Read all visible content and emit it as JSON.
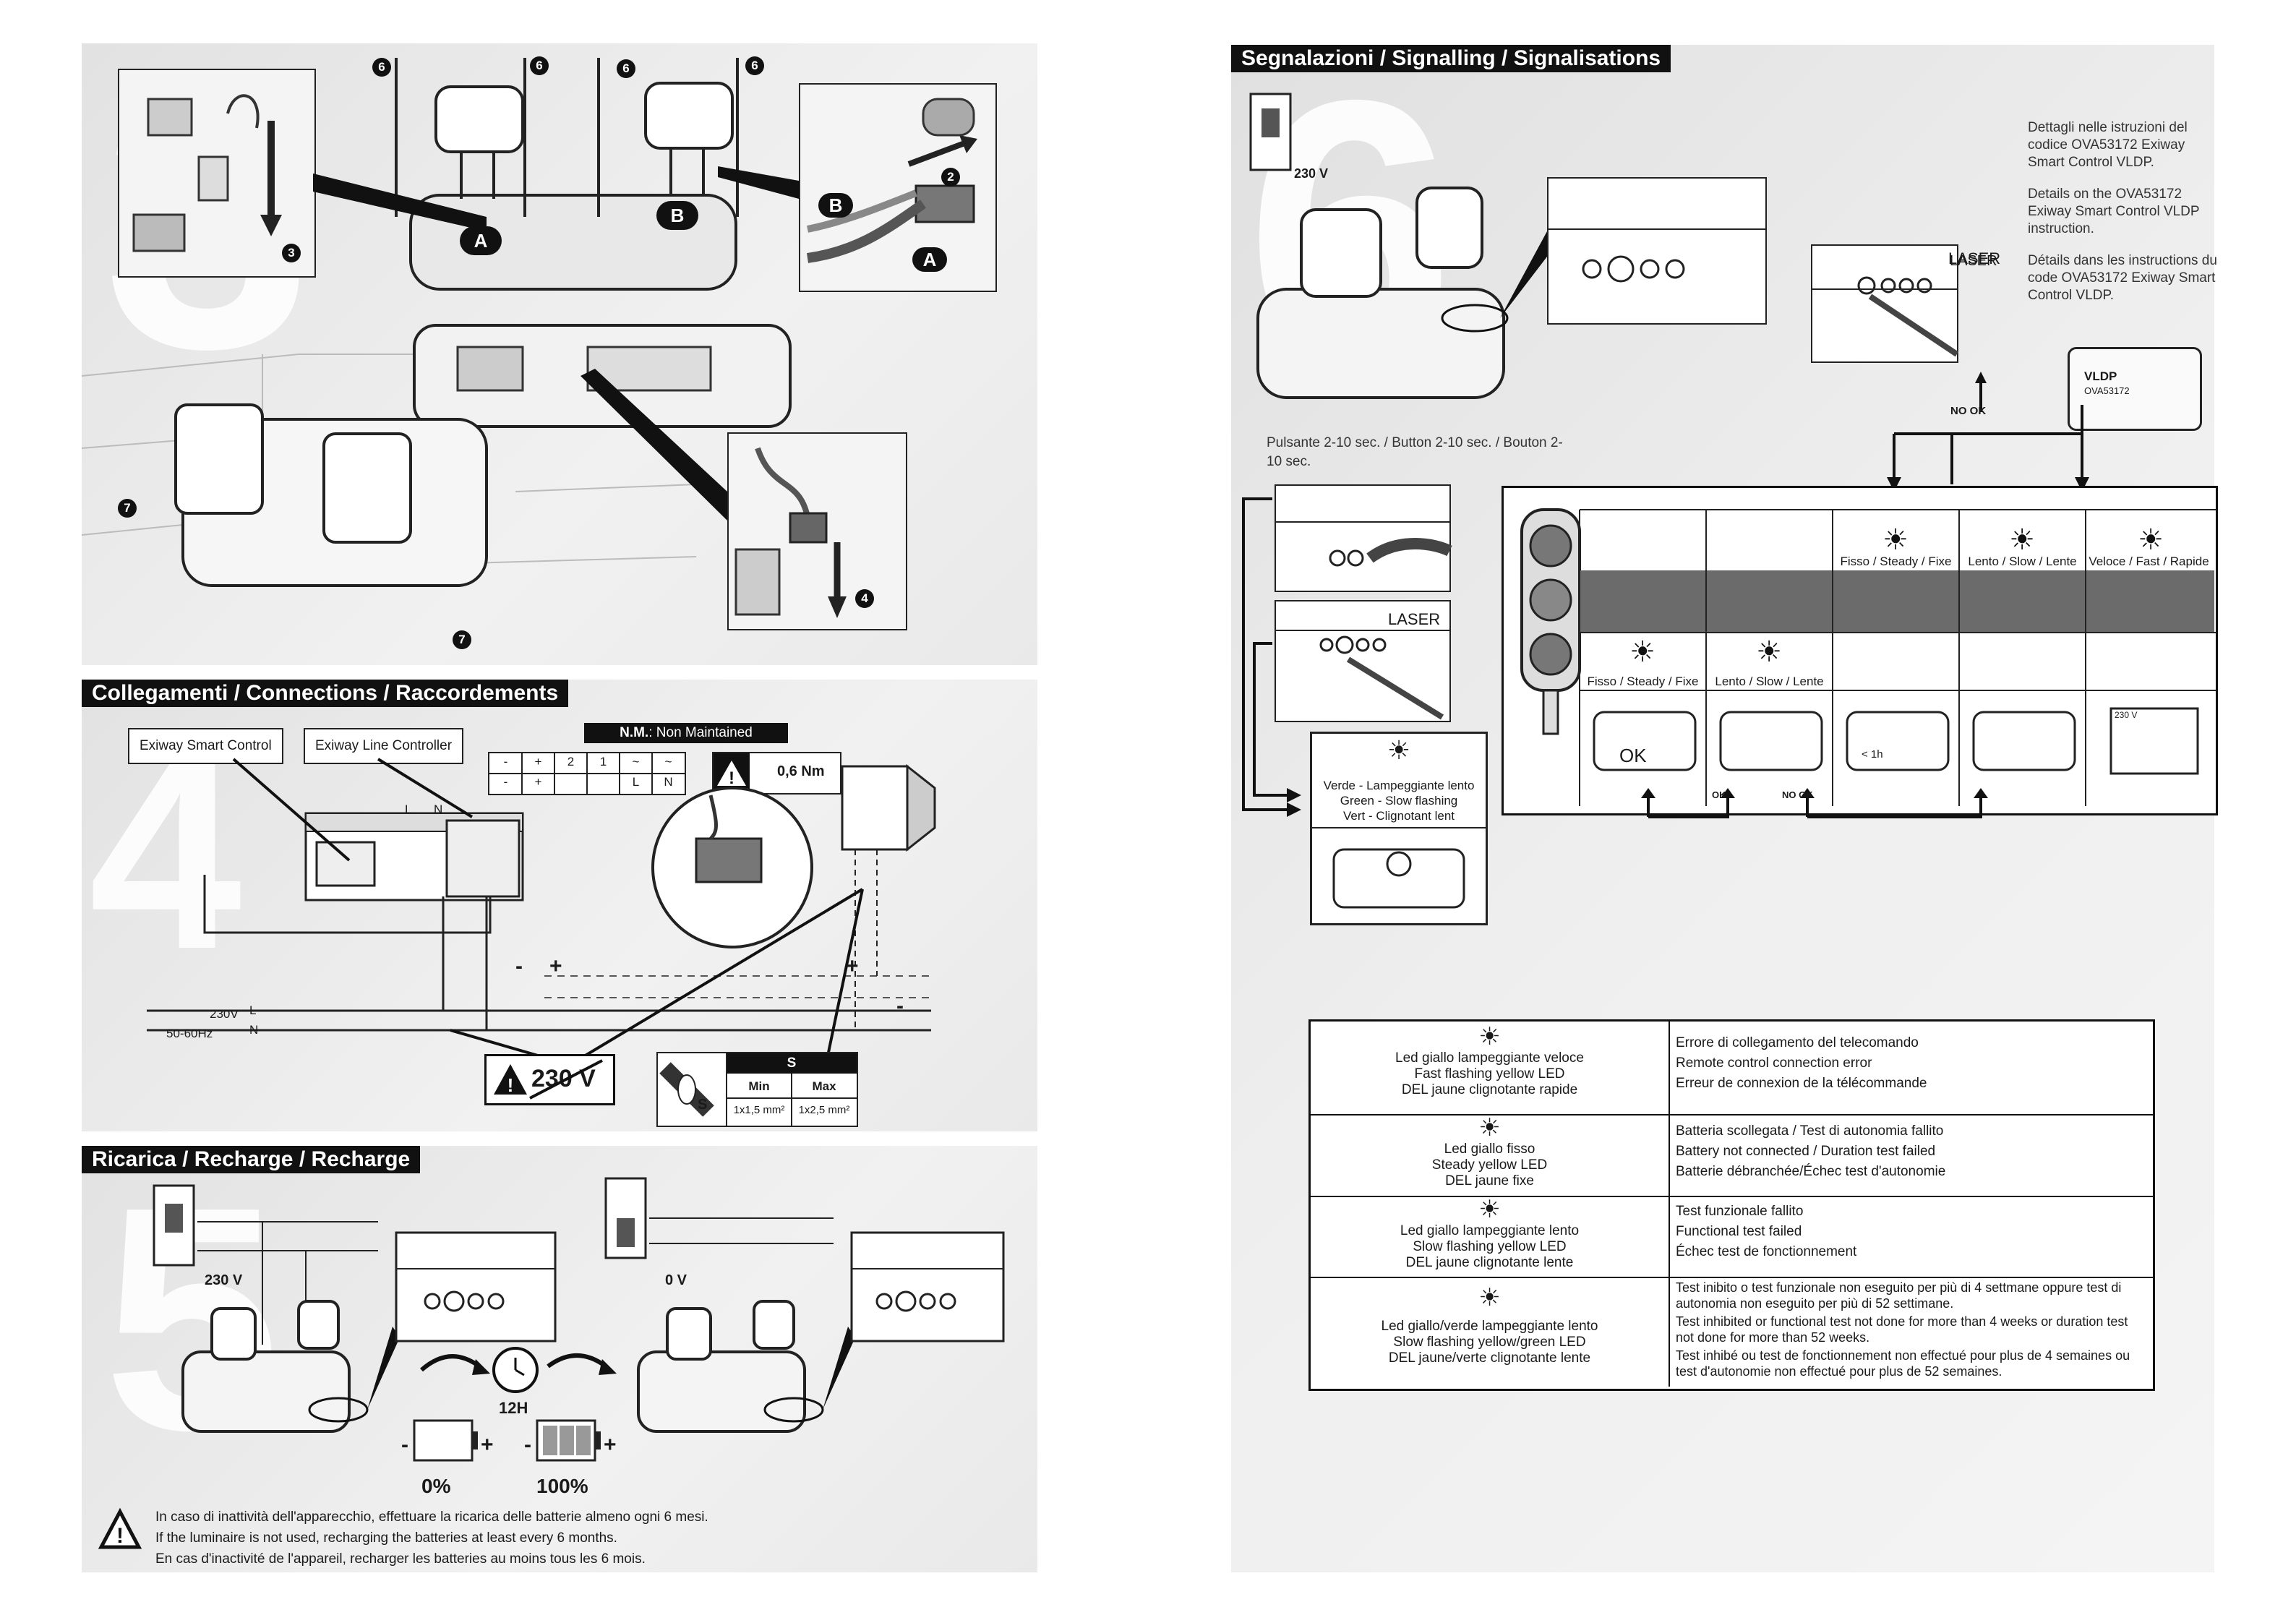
{
  "section3": {
    "number": "3",
    "badge_a": "A",
    "badge_b": "B",
    "steps": [
      "6",
      "6",
      "6",
      "6",
      "7",
      "7",
      "2",
      "3",
      "4"
    ]
  },
  "section4": {
    "number": "4",
    "title": "Collegamenti / Connections / Raccordements",
    "smart_control": "Exiway Smart Control",
    "line_controller": "Exiway Line Controller",
    "nm_label": "N.M.",
    "nm_text": ": Non Maintained",
    "torque": "0,6 Nm",
    "terminal_top": [
      "-",
      "+",
      "2",
      "1",
      "~",
      "~"
    ],
    "terminal_bottom": [
      "-",
      "+",
      "",
      "",
      "L",
      "N"
    ],
    "connector_l": "L",
    "connector_n": "N",
    "mains_voltage": "230V",
    "mains_freq": "50-60Hz",
    "line_l": "L",
    "line_n": "N",
    "minus": "-",
    "plus": "+",
    "warning_voltage": "230 V",
    "cable_header": "S",
    "cable_s": "S",
    "cable_cols": [
      "Min",
      "Max"
    ],
    "cable_vals": [
      "1x1,5 mm²",
      "1x2,5 mm²"
    ]
  },
  "section5": {
    "number": "5",
    "title": "Ricarica / Recharge / Recharge",
    "voltage_on": "230 V",
    "voltage_off": "0 V",
    "duration": "12H",
    "battery_empty": "0%",
    "battery_full": "100%",
    "note_it": "In caso di inattività dell'apparecchio, effettuare la ricarica delle batterie almeno ogni 6 mesi.",
    "note_en": "If the luminaire is not used, recharging the batteries at least every 6 months.",
    "note_fr": "En cas d'inactivité de l'appareil, recharger les batteries au moins tous les 6 mois."
  },
  "section6": {
    "number": "6",
    "title": "Segnalazioni / Signalling / Signalisations",
    "voltage": "230 V",
    "details_it": "Dettagli nelle istruzioni del codice OVA53172 Exiway Smart Control VLDP.",
    "details_en": "Details on the OVA53172 Exiway Smart Control VLDP instruction.",
    "details_fr": "Détails dans les instructions du code OVA53172 Exiway Smart Control VLDP.",
    "laser": "LASER",
    "laser2": "LASER",
    "no_ok": "NO OK",
    "button_text": "Pulsante 2-10 sec. / Button 2-10 sec. / Bouton 2-10 sec.",
    "device_label": "VLDP",
    "device_code": "OVA53172",
    "green_it": "Verde - Lampeggiante lento",
    "green_en": "Green - Slow flashing",
    "green_fr": "Vert - Clignotant lent",
    "matrix_top": [
      "Fisso / Steady / Fixe",
      "Lento / Slow / Lente",
      "Veloce / Fast / Rapide"
    ],
    "matrix_bottom": [
      "Fisso / Steady / Fixe",
      "Lento / Slow / Lente"
    ],
    "ok_label": "OK",
    "ok_small": "OK",
    "no_ok_small": "NO OK",
    "timer": "< 1h",
    "mini_230": "230 V"
  },
  "signal_table": [
    {
      "led": [
        "Led giallo lampeggiante veloce",
        "Fast flashing yellow LED",
        "DEL jaune clignotante rapide"
      ],
      "desc": [
        "Errore di collegamento del telecomando",
        "Remote control connection error",
        "Erreur de connexion de la télécommande"
      ]
    },
    {
      "led": [
        "Led giallo fisso",
        "Steady yellow LED",
        "DEL jaune fixe"
      ],
      "desc": [
        "Batteria scollegata / Test di autonomia fallito",
        "Battery not connected / Duration test failed",
        "Batterie débranchée/Échec test d'autonomie"
      ]
    },
    {
      "led": [
        "Led giallo lampeggiante lento",
        "Slow flashing yellow LED",
        "DEL jaune clignotante lente"
      ],
      "desc": [
        "Test funzionale fallito",
        "Functional test failed",
        "Échec test de fonctionnement"
      ]
    },
    {
      "led": [
        "Led giallo/verde lampeggiante lento",
        "Slow flashing yellow/green LED",
        "DEL jaune/verte clignotante lente"
      ],
      "desc": [
        "Test inibito o test funzionale non eseguito per più di 4 settmane oppure test di autonomia non eseguito per più di 52 settimane.",
        "Test inhibited or functional test not done for more than 4 weeks or duration test not done for more than 52 weeks.",
        "Test inhibé ou test de fonctionnement non effectué pour plus de 4 semaines ou test d'autonomie non effectué pour plus de 52 semaines."
      ]
    }
  ]
}
